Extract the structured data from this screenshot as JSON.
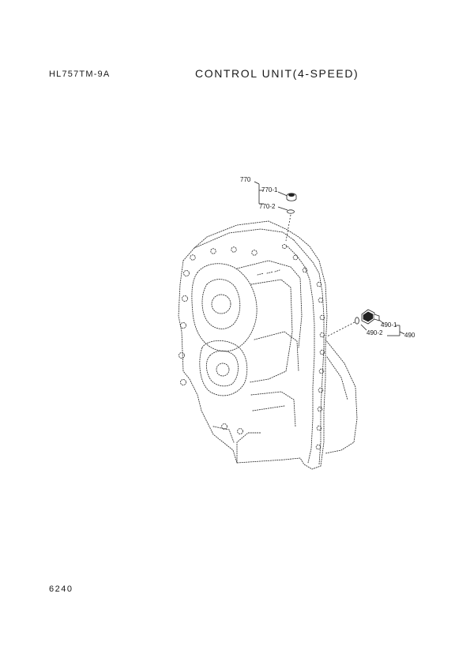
{
  "header": {
    "model": "HL757TM-9A",
    "title": "CONTROL UNIT(4-SPEED)"
  },
  "callouts": {
    "c770": "770",
    "c770_1": "770-1",
    "c770_2": "770-2",
    "c490": "490",
    "c490_1": "490-1",
    "c490_2": "490-2"
  },
  "footer": {
    "page_number": "6240"
  }
}
